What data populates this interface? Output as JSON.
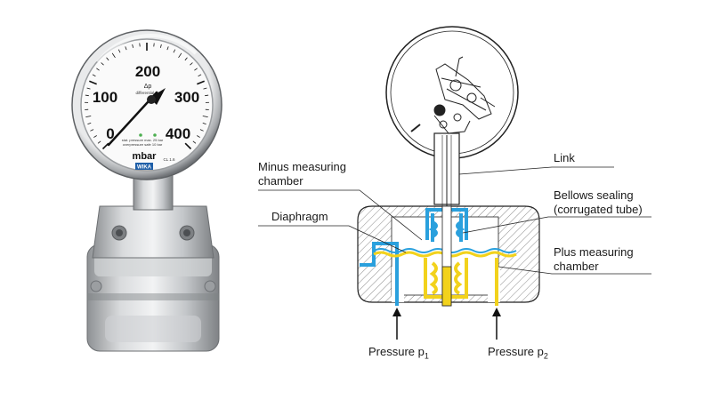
{
  "gauge": {
    "scale": [
      "0",
      "100",
      "200",
      "300",
      "400"
    ],
    "symbol": "Δp",
    "caption": "differential pr.",
    "unit": "mbar",
    "note_line1": "stat. pressure max. 25 bar",
    "note_line2": "overpressure safe 10 bar",
    "brand": "WIKA",
    "class_text": "CL 1.6"
  },
  "labels": {
    "minus_chamber_line1": "Minus measuring",
    "minus_chamber_line2": "chamber",
    "diaphragm": "Diaphragm",
    "link": "Link",
    "bellows_line1": "Bellows sealing",
    "bellows_line2": "(corrugated tube)",
    "plus_chamber_line1": "Plus measuring",
    "plus_chamber_line2": "chamber",
    "pressure1": "Pressure p",
    "pressure1_sub": "1",
    "pressure2": "Pressure p",
    "pressure2_sub": "2"
  },
  "colors": {
    "minus_chamber": "#2aa0dd",
    "plus_chamber": "#f2d21c",
    "hatch": "#888888",
    "steel": "#c9cbcd"
  }
}
